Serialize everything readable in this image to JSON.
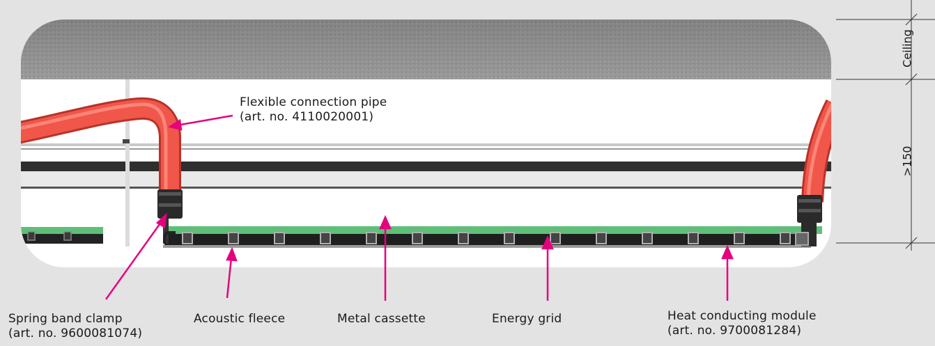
{
  "colors": {
    "background": "#e3e3e3",
    "callout": "#e6007e",
    "pipe": "#f0564a",
    "grid_green": "#4caf66"
  },
  "labels": {
    "flexible_pipe": {
      "line1": "Flexible connection pipe",
      "line2": "(art. no. 4110020001)"
    },
    "spring_clamp": {
      "line1": "Spring band clamp",
      "line2": "(art. no. 9600081074)"
    },
    "acoustic_fleece": "Acoustic fleece",
    "metal_cassette": "Metal cassette",
    "energy_grid": "Energy grid",
    "heat_module": {
      "line1": "Heat conducting module",
      "line2": "(art. no. 9700081284)"
    }
  },
  "dimensions": {
    "ceiling": "Ceiling",
    "gap": ">150"
  }
}
